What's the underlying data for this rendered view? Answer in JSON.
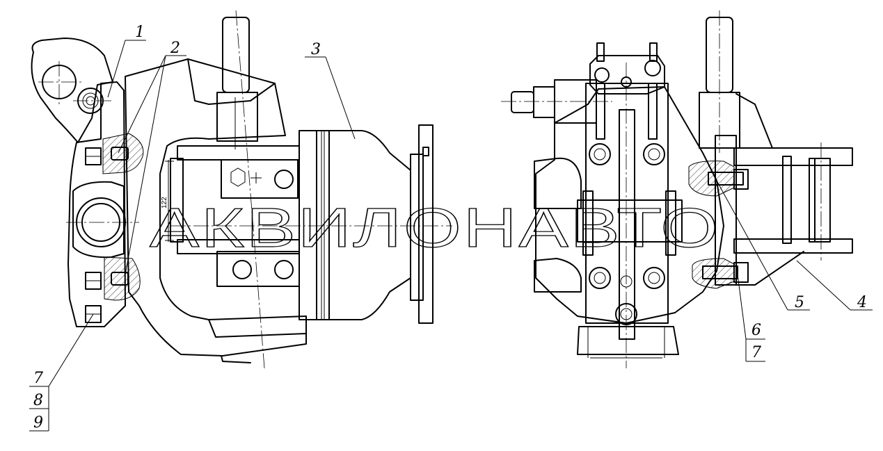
{
  "callouts": {
    "c1": "1",
    "c2": "2",
    "c3": "3",
    "c4": "4",
    "c5": "5",
    "c6": "6",
    "c7a": "7",
    "c7b": "7",
    "c8": "8",
    "c9": "9"
  },
  "dimension": "122",
  "watermark": "АКВИЛОНАВТО"
}
